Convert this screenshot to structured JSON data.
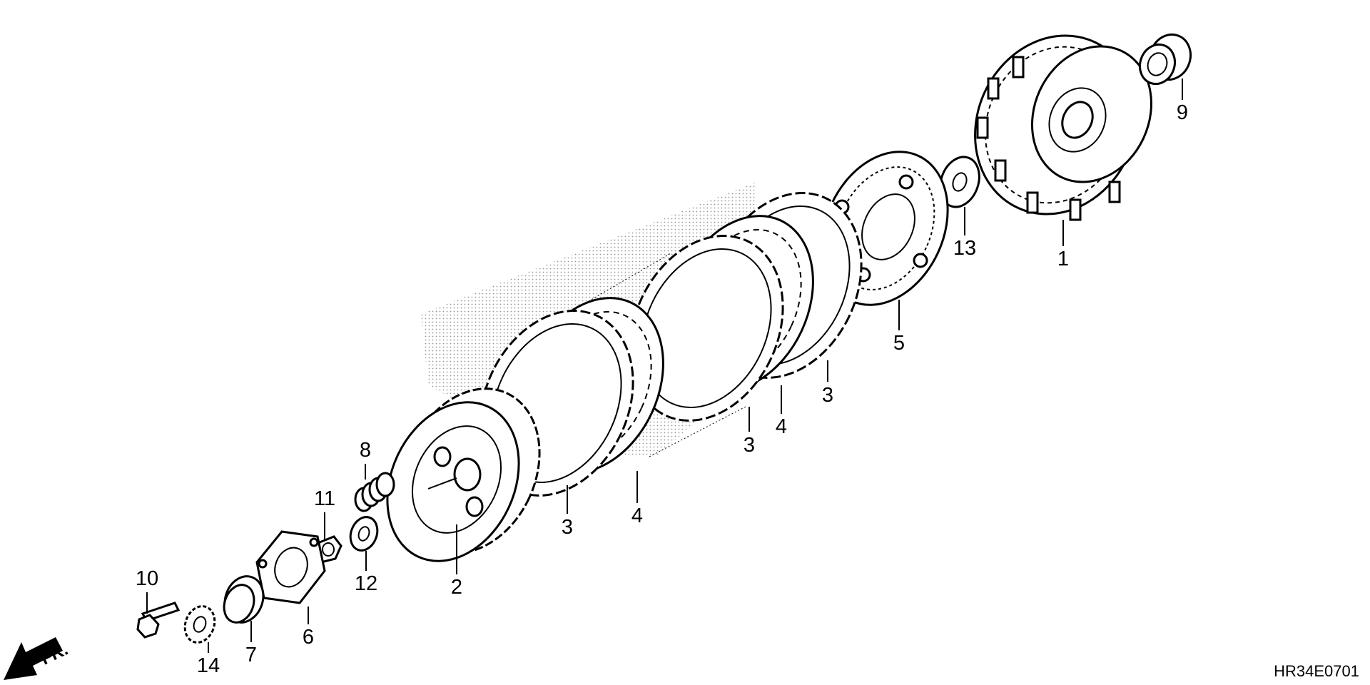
{
  "diagram_code": "HR34E0701",
  "front_arrow_label": "FR.",
  "callouts": [
    {
      "id": "c1",
      "text": "1"
    },
    {
      "id": "c2",
      "text": "2"
    },
    {
      "id": "c3a",
      "text": "3"
    },
    {
      "id": "c3b",
      "text": "3"
    },
    {
      "id": "c3c",
      "text": "3"
    },
    {
      "id": "c4a",
      "text": "4"
    },
    {
      "id": "c4b",
      "text": "4"
    },
    {
      "id": "c5",
      "text": "5"
    },
    {
      "id": "c6",
      "text": "6"
    },
    {
      "id": "c7",
      "text": "7"
    },
    {
      "id": "c8",
      "text": "8"
    },
    {
      "id": "c9",
      "text": "9"
    },
    {
      "id": "c10",
      "text": "10"
    },
    {
      "id": "c11",
      "text": "11"
    },
    {
      "id": "c12",
      "text": "12"
    },
    {
      "id": "c13",
      "text": "13"
    },
    {
      "id": "c14",
      "text": "14"
    }
  ],
  "colors": {
    "line": "#000000",
    "background": "#ffffff",
    "shade": "#b0b0b0"
  }
}
